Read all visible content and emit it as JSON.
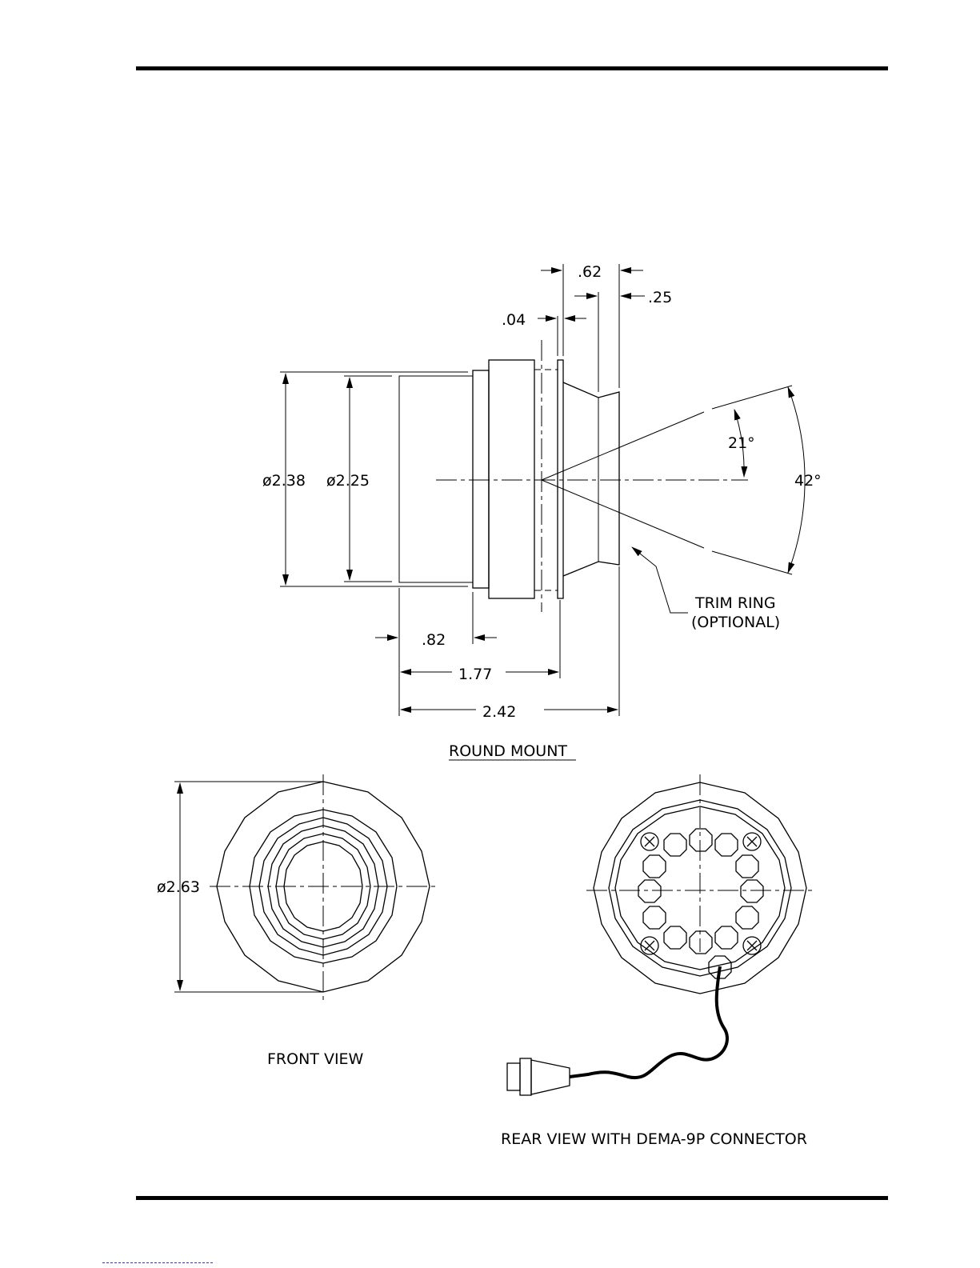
{
  "side_view": {
    "title": "ROUND MOUNT",
    "dims": {
      "dia_outer": "ø2.38",
      "dia_inner": "ø2.25",
      "d_062": ".62",
      "d_025": ".25",
      "d_004": ".04",
      "d_082": ".82",
      "d_177": "1.77",
      "d_242": "2.42",
      "angle_half": "21°",
      "angle_full": "42°"
    },
    "callout": {
      "line1": "TRIM RING",
      "line2": "(OPTIONAL)"
    }
  },
  "front_view": {
    "title": "FRONT VIEW",
    "dia": "ø2.63"
  },
  "rear_view": {
    "title": "REAR VIEW WITH DEMA-9P CONNECTOR"
  }
}
